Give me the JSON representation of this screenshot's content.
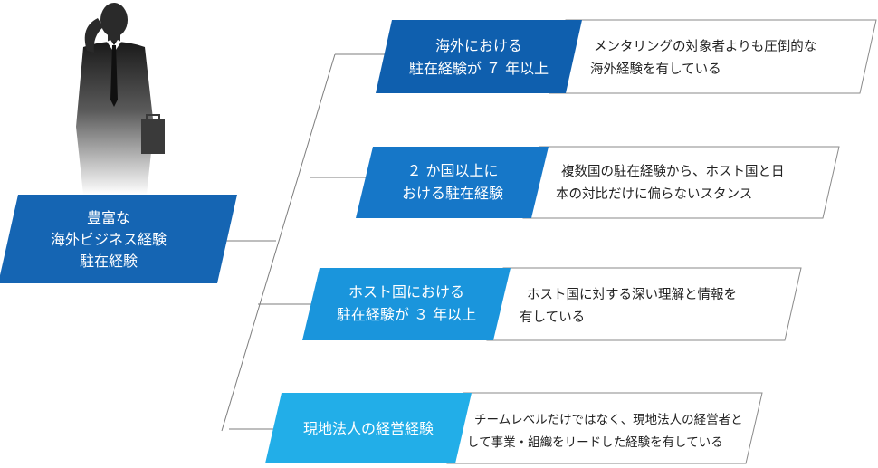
{
  "root": {
    "lines": [
      "豊富な",
      "海外ビジネス経験",
      "駐在経験"
    ],
    "color": "#1565b3"
  },
  "items": [
    {
      "label_lines": [
        "海外における",
        "駐在経験が ７ 年以上"
      ],
      "desc_lines": [
        "メンタリングの対象者よりも圧倒的な",
        "海外経験を有している"
      ],
      "color": "#0f5fae"
    },
    {
      "label_lines": [
        "２ か国以上に",
        "おける駐在経験"
      ],
      "desc_lines": [
        "複数国の駐在経験から、ホスト国と日",
        "本の対比だけに偏らないスタンス"
      ],
      "color": "#1677c8"
    },
    {
      "label_lines": [
        "ホスト国における",
        "駐在経験が ３ 年以上"
      ],
      "desc_lines": [
        "ホスト国に対する深い理解と情報を",
        "有している"
      ],
      "color": "#1a95dc"
    },
    {
      "label_lines": [
        "現地法人の経営経験"
      ],
      "desc_lines": [
        "チームレベルだけではなく、現地法人の経営者と",
        "して事業・組織をリードした経験を有している"
      ],
      "color": "#22aee8"
    }
  ]
}
